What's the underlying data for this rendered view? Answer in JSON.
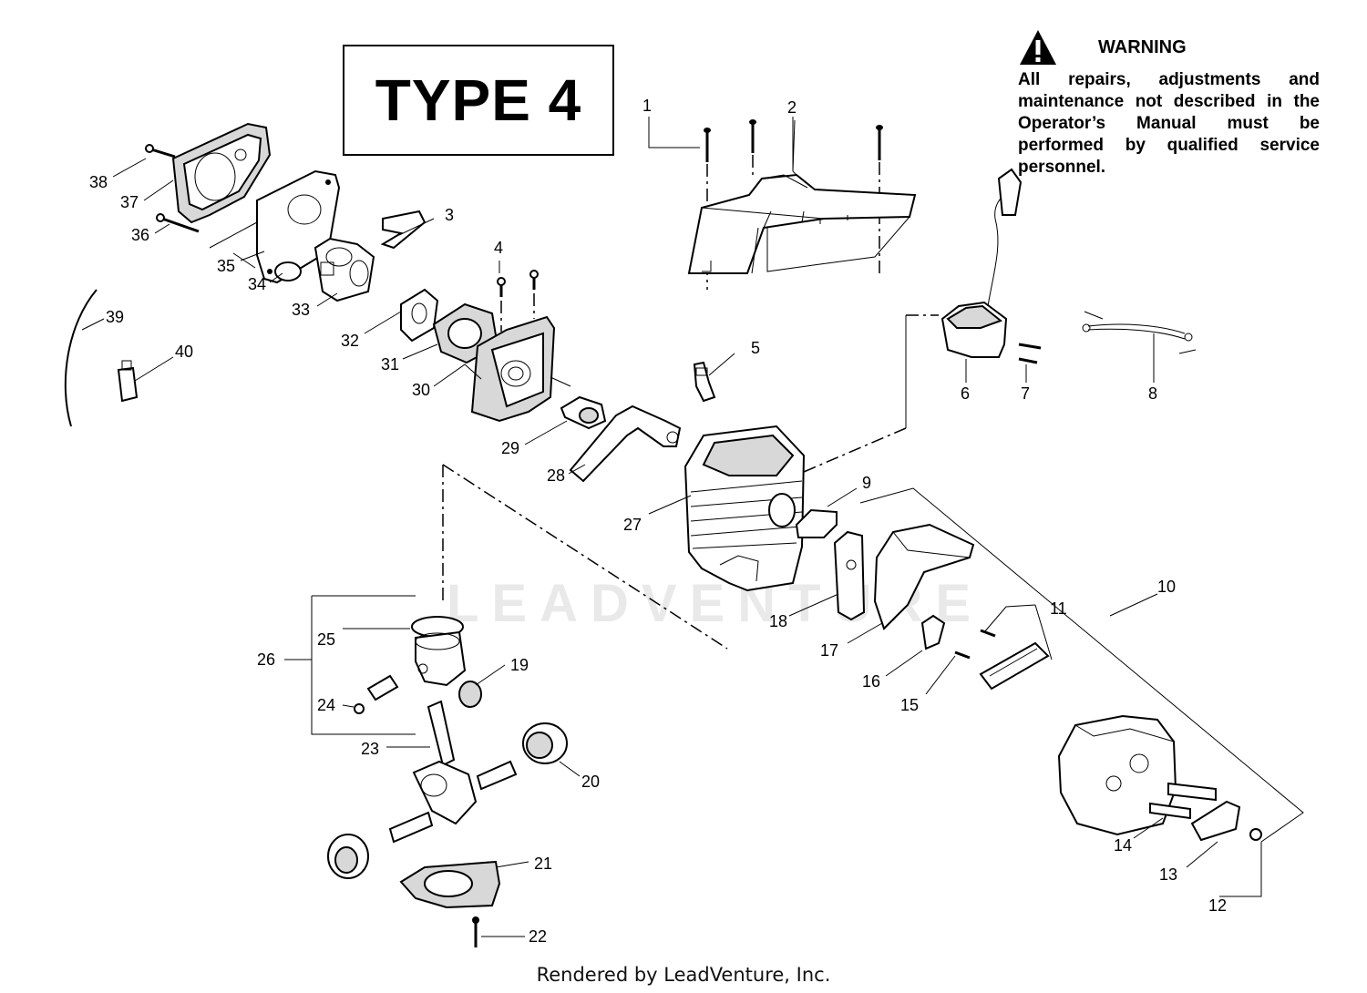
{
  "type_label": "TYPE 4",
  "warning": {
    "title": "WARNING",
    "text": "All repairs, adjustments and maintenance not described in the Operator’s Manual must be performed by qualified service personnel."
  },
  "watermark": "LEADVENTURE",
  "credit": "Rendered by LeadVenture, Inc.",
  "callouts": [
    "1",
    "2",
    "3",
    "4",
    "5",
    "6",
    "7",
    "8",
    "9",
    "10",
    "11",
    "12",
    "13",
    "14",
    "15",
    "16",
    "17",
    "18",
    "19",
    "20",
    "21",
    "22",
    "23",
    "24",
    "25",
    "26",
    "27",
    "28",
    "29",
    "30",
    "31",
    "32",
    "33",
    "34",
    "35",
    "36",
    "37",
    "38",
    "39",
    "40"
  ]
}
